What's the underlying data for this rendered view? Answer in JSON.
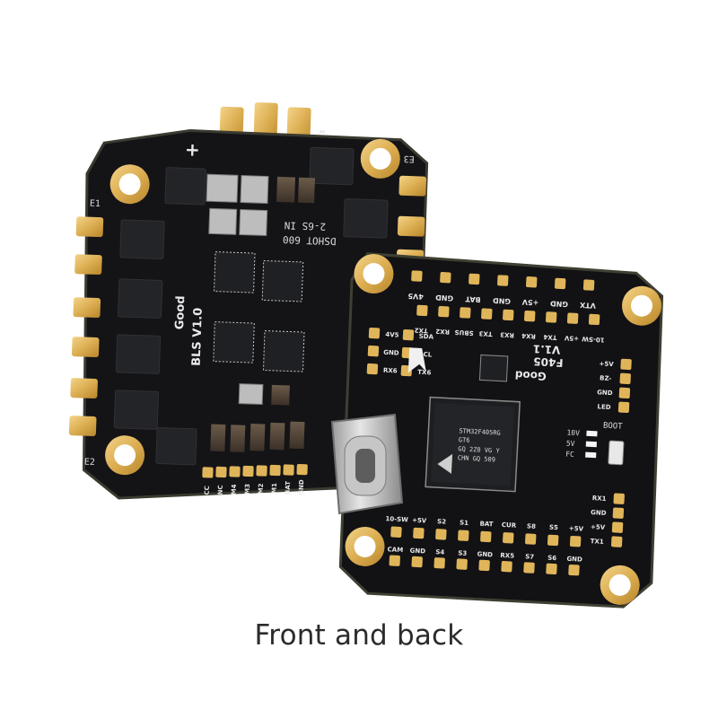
{
  "caption": "Front and back",
  "colors": {
    "pcb": "#141417",
    "pcb_edge": "#2a2a22",
    "gold": "#e0b55a",
    "gold_dark": "#b8862c",
    "chip": "#1e1f22",
    "background": "#ffffff"
  },
  "esc_board": {
    "name": "Good",
    "version": "BLS V1.0",
    "dshot": "DSHOT 600",
    "voltage": "2-6S IN",
    "plus": "+",
    "minus": "-",
    "corner_labels": [
      "E3",
      "E1",
      "E2"
    ],
    "bottom_pads": [
      "CC",
      "NC",
      "M4",
      "M3",
      "M2",
      "M1",
      "BAT",
      "GND"
    ]
  },
  "fc_board": {
    "brand": "Good",
    "model": "F405",
    "version": "V1.1",
    "mcu_lines": [
      "STM32F405RG",
      "GT6",
      "GQ 2Z0 VG Y",
      "CHN GQ 509"
    ],
    "top_row_upper": [
      "VTX",
      "GND",
      "+5V",
      "GND",
      "BAT",
      "GND",
      "4V5"
    ],
    "top_row_lower": [
      "10-SW",
      "+5V",
      "TX4",
      "RX4",
      "RX3",
      "TX3",
      "SBUS",
      "RX2",
      "TX2"
    ],
    "left_col_a": [
      "4V5",
      "GND",
      "RX6"
    ],
    "left_col_b": [
      "SDA",
      "SCL",
      "TX6"
    ],
    "right_top": [
      "+5V",
      "BZ-",
      "GND",
      "LED"
    ],
    "side_labels": [
      "10V",
      "5V",
      "FC"
    ],
    "boot": "BOOT",
    "right_mid": [
      "RX1",
      "GND",
      "+5V",
      "TX1"
    ],
    "bottom_row_upper": [
      "10-SW",
      "+5V",
      "S2",
      "S1",
      "BAT",
      "CUR",
      "S8",
      "S5",
      "+5V"
    ],
    "bottom_row_lower": [
      "CAM",
      "GND",
      "S4",
      "S3",
      "GND",
      "RX5",
      "S7",
      "S6",
      "GND"
    ]
  }
}
